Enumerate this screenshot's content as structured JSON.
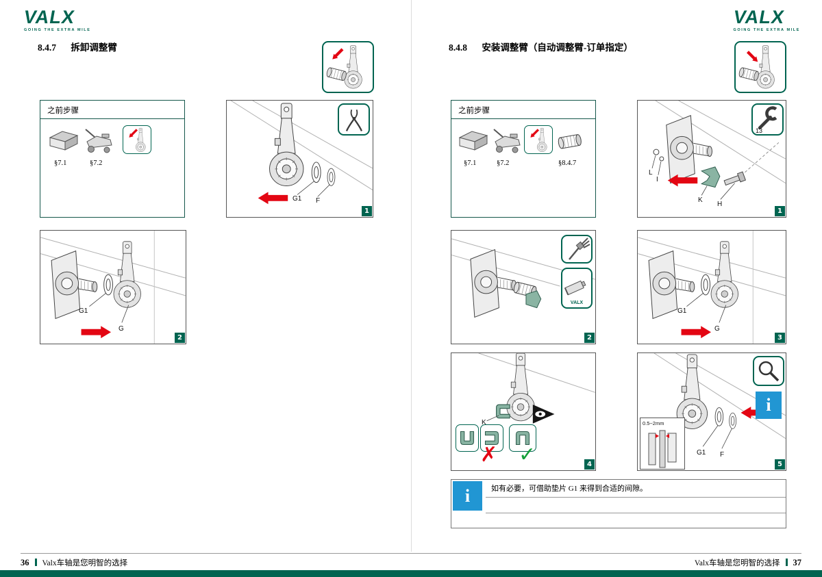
{
  "brand": {
    "name": "VALX",
    "tagline": "GOING THE EXTRA MILE"
  },
  "colors": {
    "brand_green": "#006450",
    "arrow_red": "#E30613",
    "info_blue": "#2196D3",
    "check_green": "#14A03A"
  },
  "left_page": {
    "section": {
      "number": "8.4.7",
      "title": "拆卸调整臂"
    },
    "prev_steps": {
      "title": "之前步骤",
      "refs": [
        "§7.1",
        "§7.2"
      ]
    },
    "panel1": {
      "badge": "1",
      "labels": {
        "g1": "G1",
        "f": "F"
      }
    },
    "panel2": {
      "badge": "2",
      "labels": {
        "g1": "G1",
        "g": "G"
      }
    }
  },
  "right_page": {
    "section": {
      "number": "8.4.8",
      "title": "安装调整臂（自动调整臂-订单指定）"
    },
    "prev_steps": {
      "title": "之前步骤",
      "refs": [
        "§7.1",
        "§7.2",
        "§8.4.7"
      ]
    },
    "panel1": {
      "badge": "1",
      "wrench_size": "13",
      "labels": {
        "l": "L",
        "i": "I",
        "k": "K",
        "h": "H"
      }
    },
    "panel2": {
      "badge": "2",
      "tube_text": "VALX"
    },
    "panel3": {
      "badge": "3",
      "labels": {
        "g1": "G1",
        "g": "G"
      }
    },
    "panel4": {
      "badge": "4",
      "labels": {
        "k": "K"
      }
    },
    "panel5": {
      "badge": "5",
      "labels": {
        "g1": "G1",
        "f": "F"
      },
      "dimension": "0.5~2mm"
    },
    "info_note": {
      "text": "如有必要，可借助垫片 G1 来得到合适的间隙。"
    }
  },
  "marks": {
    "correct": "✓",
    "incorrect": "✗"
  },
  "info_glyph": "i",
  "footer": {
    "left_page_number": "36",
    "right_page_number": "37",
    "slogan": "Valx车轴是您明智的选择"
  }
}
